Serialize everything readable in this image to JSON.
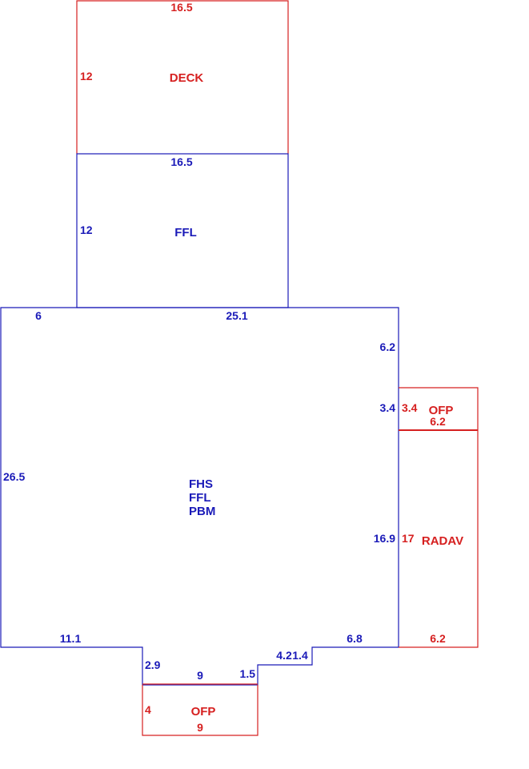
{
  "colors": {
    "blue": "#1a1ab8",
    "red": "#d62020"
  },
  "deck": {
    "label": "DECK",
    "top_dim": "16.5",
    "side_dim": "12"
  },
  "upper_ffl": {
    "label": "FFL",
    "top_dim": "16.5",
    "side_dim": "12"
  },
  "main": {
    "labels": [
      "FHS",
      "FFL",
      "PBM"
    ],
    "top_left_dim": "6",
    "top_right_dim": "25.1",
    "left_dim": "26.5",
    "right_upper_dim": "6.2",
    "right_mid_dim": "3.4",
    "right_lower_dim": "16.9",
    "bottom_left_dim": "11.1",
    "notch_left_dim": "2.9",
    "notch_bottom_dim": "9",
    "notch_right_dim": "1.5",
    "step_width_dim": "4.2",
    "step_height_dim": "1.4",
    "bottom_right_dim": "6.8"
  },
  "side_ofp": {
    "label": "OFP",
    "side_dim": "3.4",
    "bottom_dim": "6.2"
  },
  "radav": {
    "label": "RADAV",
    "side_dim": "17",
    "bottom_dim": "6.2"
  },
  "bottom_ofp": {
    "label": "OFP",
    "side_dim": "4",
    "bottom_dim": "9"
  }
}
